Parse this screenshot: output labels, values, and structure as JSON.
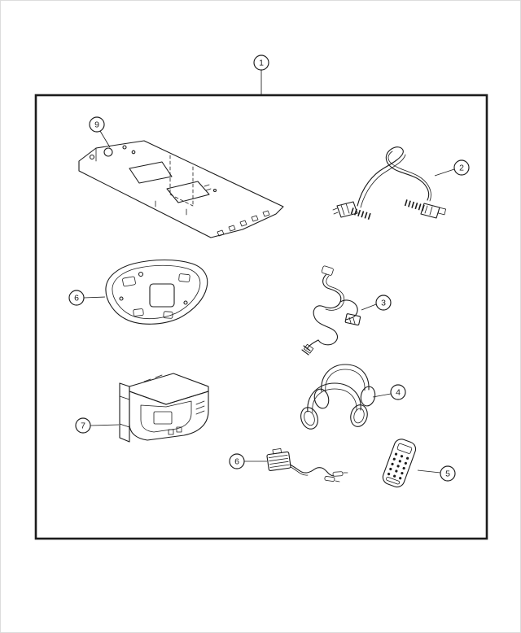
{
  "colors": {
    "background": "#ffffff",
    "ink": "#1c1c1c"
  },
  "diagram": {
    "type": "exploded-parts-diagram",
    "description": "Overhead video system kit parts diagram"
  },
  "callouts": [
    {
      "label": "1",
      "part": "complete-kit-frame"
    },
    {
      "label": "9",
      "part": "mounting-plate"
    },
    {
      "label": "2",
      "part": "wiring-harness"
    },
    {
      "label": "6",
      "part": "bezel-housing"
    },
    {
      "label": "3",
      "part": "jumper-wiring"
    },
    {
      "label": "7",
      "part": "overhead-video-unit"
    },
    {
      "label": "4",
      "part": "headphones"
    },
    {
      "label": "6",
      "part": "power-module"
    },
    {
      "label": "5",
      "part": "remote-control"
    }
  ]
}
